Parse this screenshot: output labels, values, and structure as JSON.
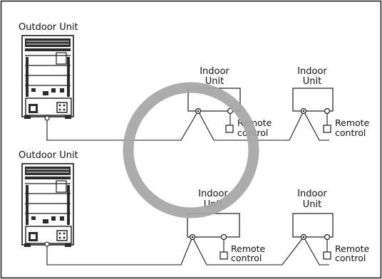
{
  "diagram": {
    "top": {
      "outdoor_unit_label": "Outdoor Unit",
      "indoor_units": [
        {
          "label_line1": "Indoor",
          "label_line2": "Unit",
          "remote_line1": "Remote",
          "remote_line2": "control"
        },
        {
          "label_line1": "Indoor",
          "label_line2": "Unit",
          "remote_line1": "Remote",
          "remote_line2": "control"
        }
      ]
    },
    "bottom": {
      "outdoor_unit_label": "Outdoor Unit",
      "indoor_units": [
        {
          "label_line1": "Indoor",
          "label_line2": "Unit",
          "remote_line1": "Remote",
          "remote_line2": "control"
        },
        {
          "label_line1": "Indoor",
          "label_line2": "Unit",
          "remote_line1": "Remote",
          "remote_line2": "control"
        }
      ]
    },
    "marker": "circle-correct-icon",
    "colors": {
      "line": "#1a1a1a",
      "marker": "#a8a8a8",
      "unit_fill": "#2b2b2b"
    }
  }
}
